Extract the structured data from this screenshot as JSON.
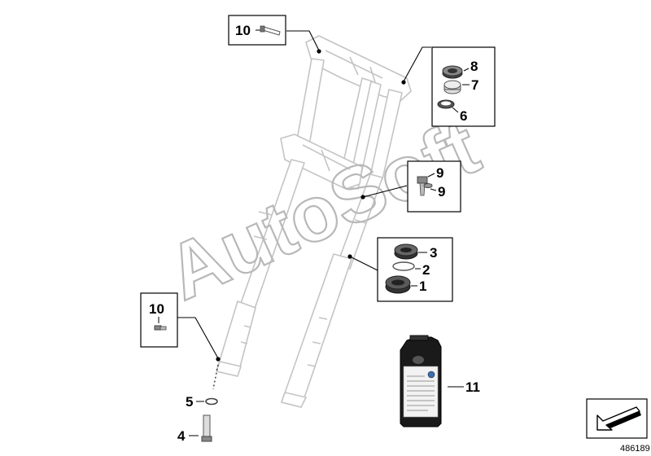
{
  "watermark": "AutoSoft",
  "diagram_id": "486189",
  "callouts": {
    "c1": "1",
    "c2": "2",
    "c3": "3",
    "c4": "4",
    "c5": "5",
    "c6": "6",
    "c7": "7",
    "c8": "8",
    "c9a": "9",
    "c9b": "9",
    "c10top": "10",
    "c10left": "10",
    "c11": "11"
  },
  "colors": {
    "line": "#000000",
    "fork_outline": "#c8c8c8",
    "part_dark": "#3a3a3a",
    "part_mid": "#8a8a8a",
    "watermark": "#b8b8b8"
  },
  "icons": [
    "fork-assembly-illustration",
    "fork-seal-icon",
    "oil-bottle-icon",
    "navigation-arrow-icon"
  ]
}
